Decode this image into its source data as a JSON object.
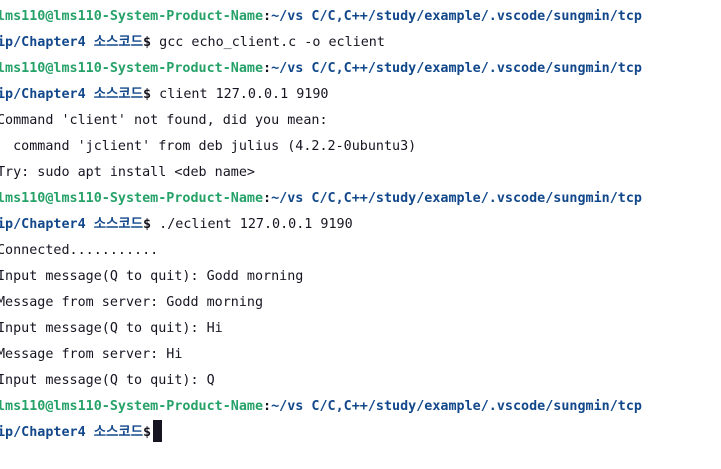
{
  "terminal": {
    "lines": [
      {
        "type": "prompt_host",
        "user": "lms110@lms110-System-Product-Name",
        "sep": ":",
        "path": "~/vs C/C,C++/study/example/.vscode/sungmin/tcp"
      },
      {
        "type": "prompt_cmd",
        "path": "ip/Chapter4 소스코드",
        "dollar": "$",
        "cmd": " gcc echo_client.c -o eclient"
      },
      {
        "type": "prompt_host",
        "user": "lms110@lms110-System-Product-Name",
        "sep": ":",
        "path": "~/vs C/C,C++/study/example/.vscode/sungmin/tcp"
      },
      {
        "type": "prompt_cmd",
        "path": "ip/Chapter4 소스코드",
        "dollar": "$",
        "cmd": " client 127.0.0.1 9190"
      },
      {
        "type": "output",
        "text": "Command 'client' not found, did you mean:"
      },
      {
        "type": "output",
        "text": "  command 'jclient' from deb julius (4.2.2-0ubuntu3)"
      },
      {
        "type": "output",
        "text": "Try: sudo apt install <deb name>"
      },
      {
        "type": "prompt_host",
        "user": "lms110@lms110-System-Product-Name",
        "sep": ":",
        "path": "~/vs C/C,C++/study/example/.vscode/sungmin/tcp"
      },
      {
        "type": "prompt_cmd",
        "path": "ip/Chapter4 소스코드",
        "dollar": "$",
        "cmd": " ./eclient 127.0.0.1 9190"
      },
      {
        "type": "output",
        "text": "Connected..........."
      },
      {
        "type": "output",
        "text": "Input message(Q to quit): Godd morning"
      },
      {
        "type": "output",
        "text": "Message from server: Godd morning"
      },
      {
        "type": "output",
        "text": "Input message(Q to quit): Hi"
      },
      {
        "type": "output",
        "text": "Message from server: Hi"
      },
      {
        "type": "output",
        "text": "Input message(Q to quit): Q"
      },
      {
        "type": "prompt_host",
        "user": "lms110@lms110-System-Product-Name",
        "sep": ":",
        "path": "~/vs C/C,C++/study/example/.vscode/sungmin/tcp"
      },
      {
        "type": "prompt_cmd",
        "path": "ip/Chapter4 소스코드",
        "dollar": "$",
        "cmd": "",
        "cursor": true
      }
    ]
  }
}
